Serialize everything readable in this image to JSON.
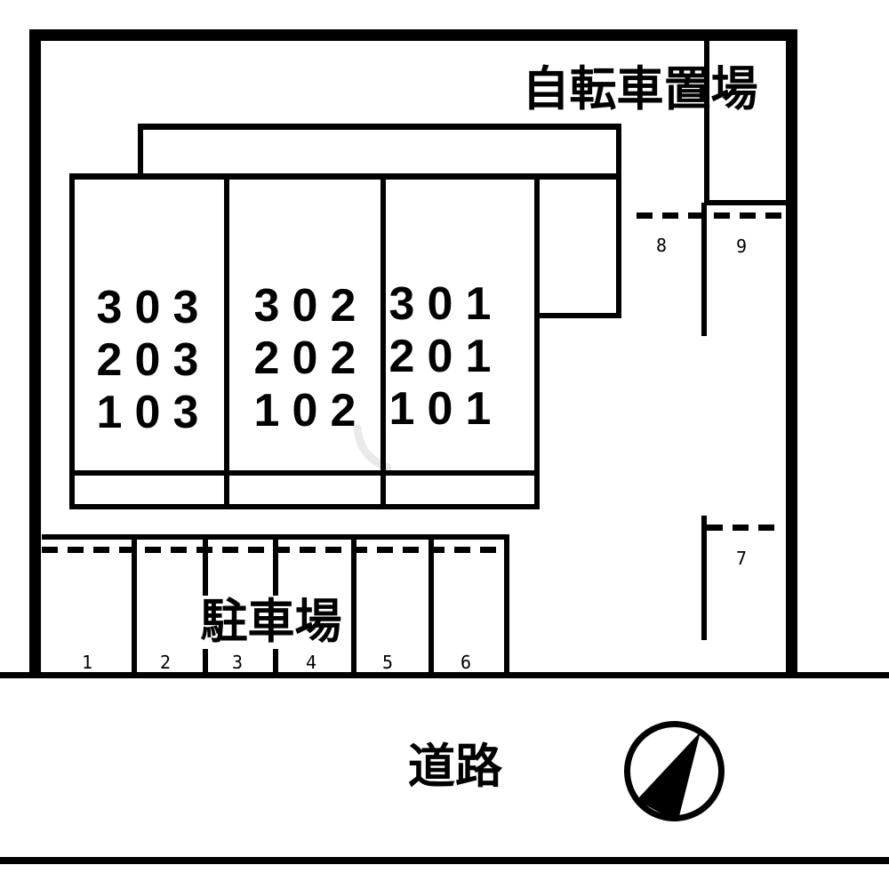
{
  "labels": {
    "bicycle_parking": "自転車置場",
    "parking_lot": "駐車場",
    "road": "道路"
  },
  "building": {
    "unit_stacks": [
      [
        "303",
        "203",
        "103"
      ],
      [
        "302",
        "202",
        "102"
      ],
      [
        "301",
        "201",
        "101"
      ]
    ]
  },
  "parking": {
    "space_numbers": [
      "1",
      "2",
      "3",
      "4",
      "5",
      "6"
    ],
    "extra_space_numbers": [
      "7",
      "8",
      "9"
    ]
  },
  "icons": {
    "compass": "north-arrow-compass-icon"
  },
  "colors": {
    "line": "#000000",
    "background": "#ffffff",
    "watermark": "#e9e9e9"
  }
}
